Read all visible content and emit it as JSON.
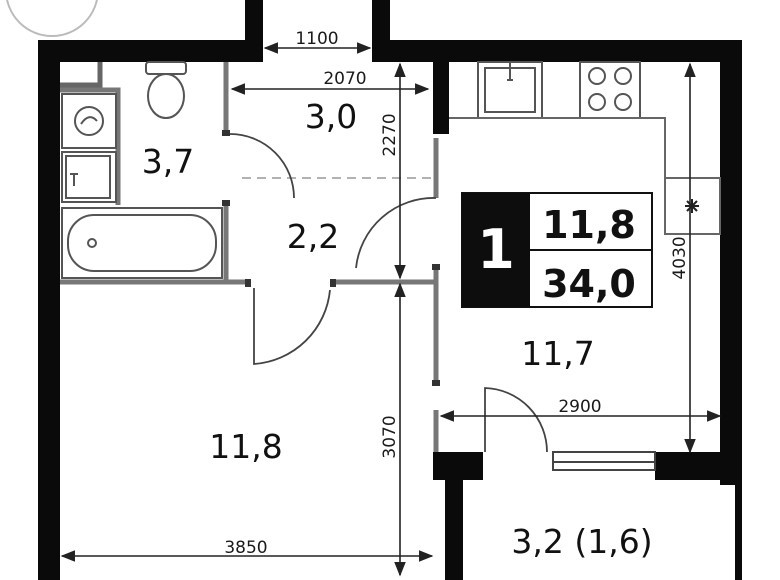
{
  "badge": {
    "rooms": "1",
    "living_area": "11,8",
    "total_area": "34,0"
  },
  "rooms": {
    "hall": "3,0",
    "bathroom": "3,7",
    "corridor": "2,2",
    "kitchen": "11,7",
    "bedroom": "11,8",
    "balcony": "3,2 (1,6)"
  },
  "dimensions": {
    "entrance_width": "1100",
    "hall_width": "2070",
    "hall_depth": "2270",
    "kitchen_width": "2900",
    "kitchen_depth": "4030",
    "bedroom_depth": "3070",
    "bedroom_width": "3850"
  }
}
